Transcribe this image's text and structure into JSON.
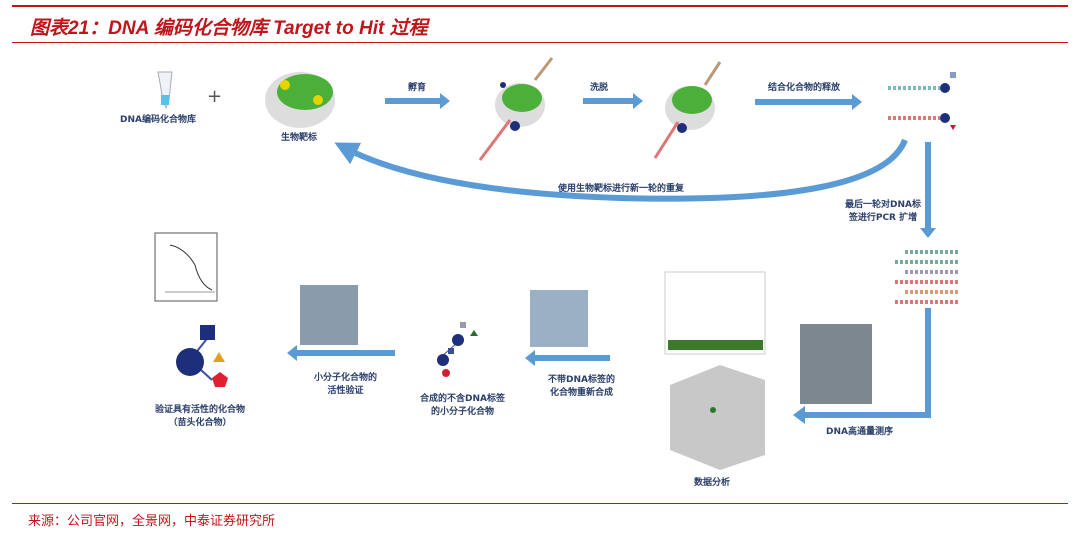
{
  "title": "图表21：DNA 编码化合物库 Target to Hit  过程",
  "source": "来源：公司官网，全景网，中泰证券研究所",
  "labels": {
    "library": "DNA编码化合物库",
    "plus": "+",
    "target": "生物靶标",
    "incubate": "孵育",
    "elute": "洗脱",
    "release": "结合化合物的释放",
    "repeat": "使用生物靶标进行新一轮的重复",
    "pcr_line1": "最后一轮对DNA标",
    "pcr_line2": "签进行PCR 扩增",
    "sequencing": "DNA高通量测序",
    "analysis": "数据分析",
    "resynth_line1": "不带DNA标签的",
    "resynth_line2": "化合物重新合成",
    "small_mol_line1": "合成的不含DNA标签",
    "small_mol_line2": "的小分子化合物",
    "activity_line1": "小分子化合物的",
    "activity_line2": "活性验证",
    "hit_line1": "验证具有活性的化合物",
    "hit_line2": "（苗头化合物）"
  },
  "colors": {
    "accent": "#c0151b",
    "arrow": "#5b9bd5",
    "text": "#2b3f6b"
  }
}
